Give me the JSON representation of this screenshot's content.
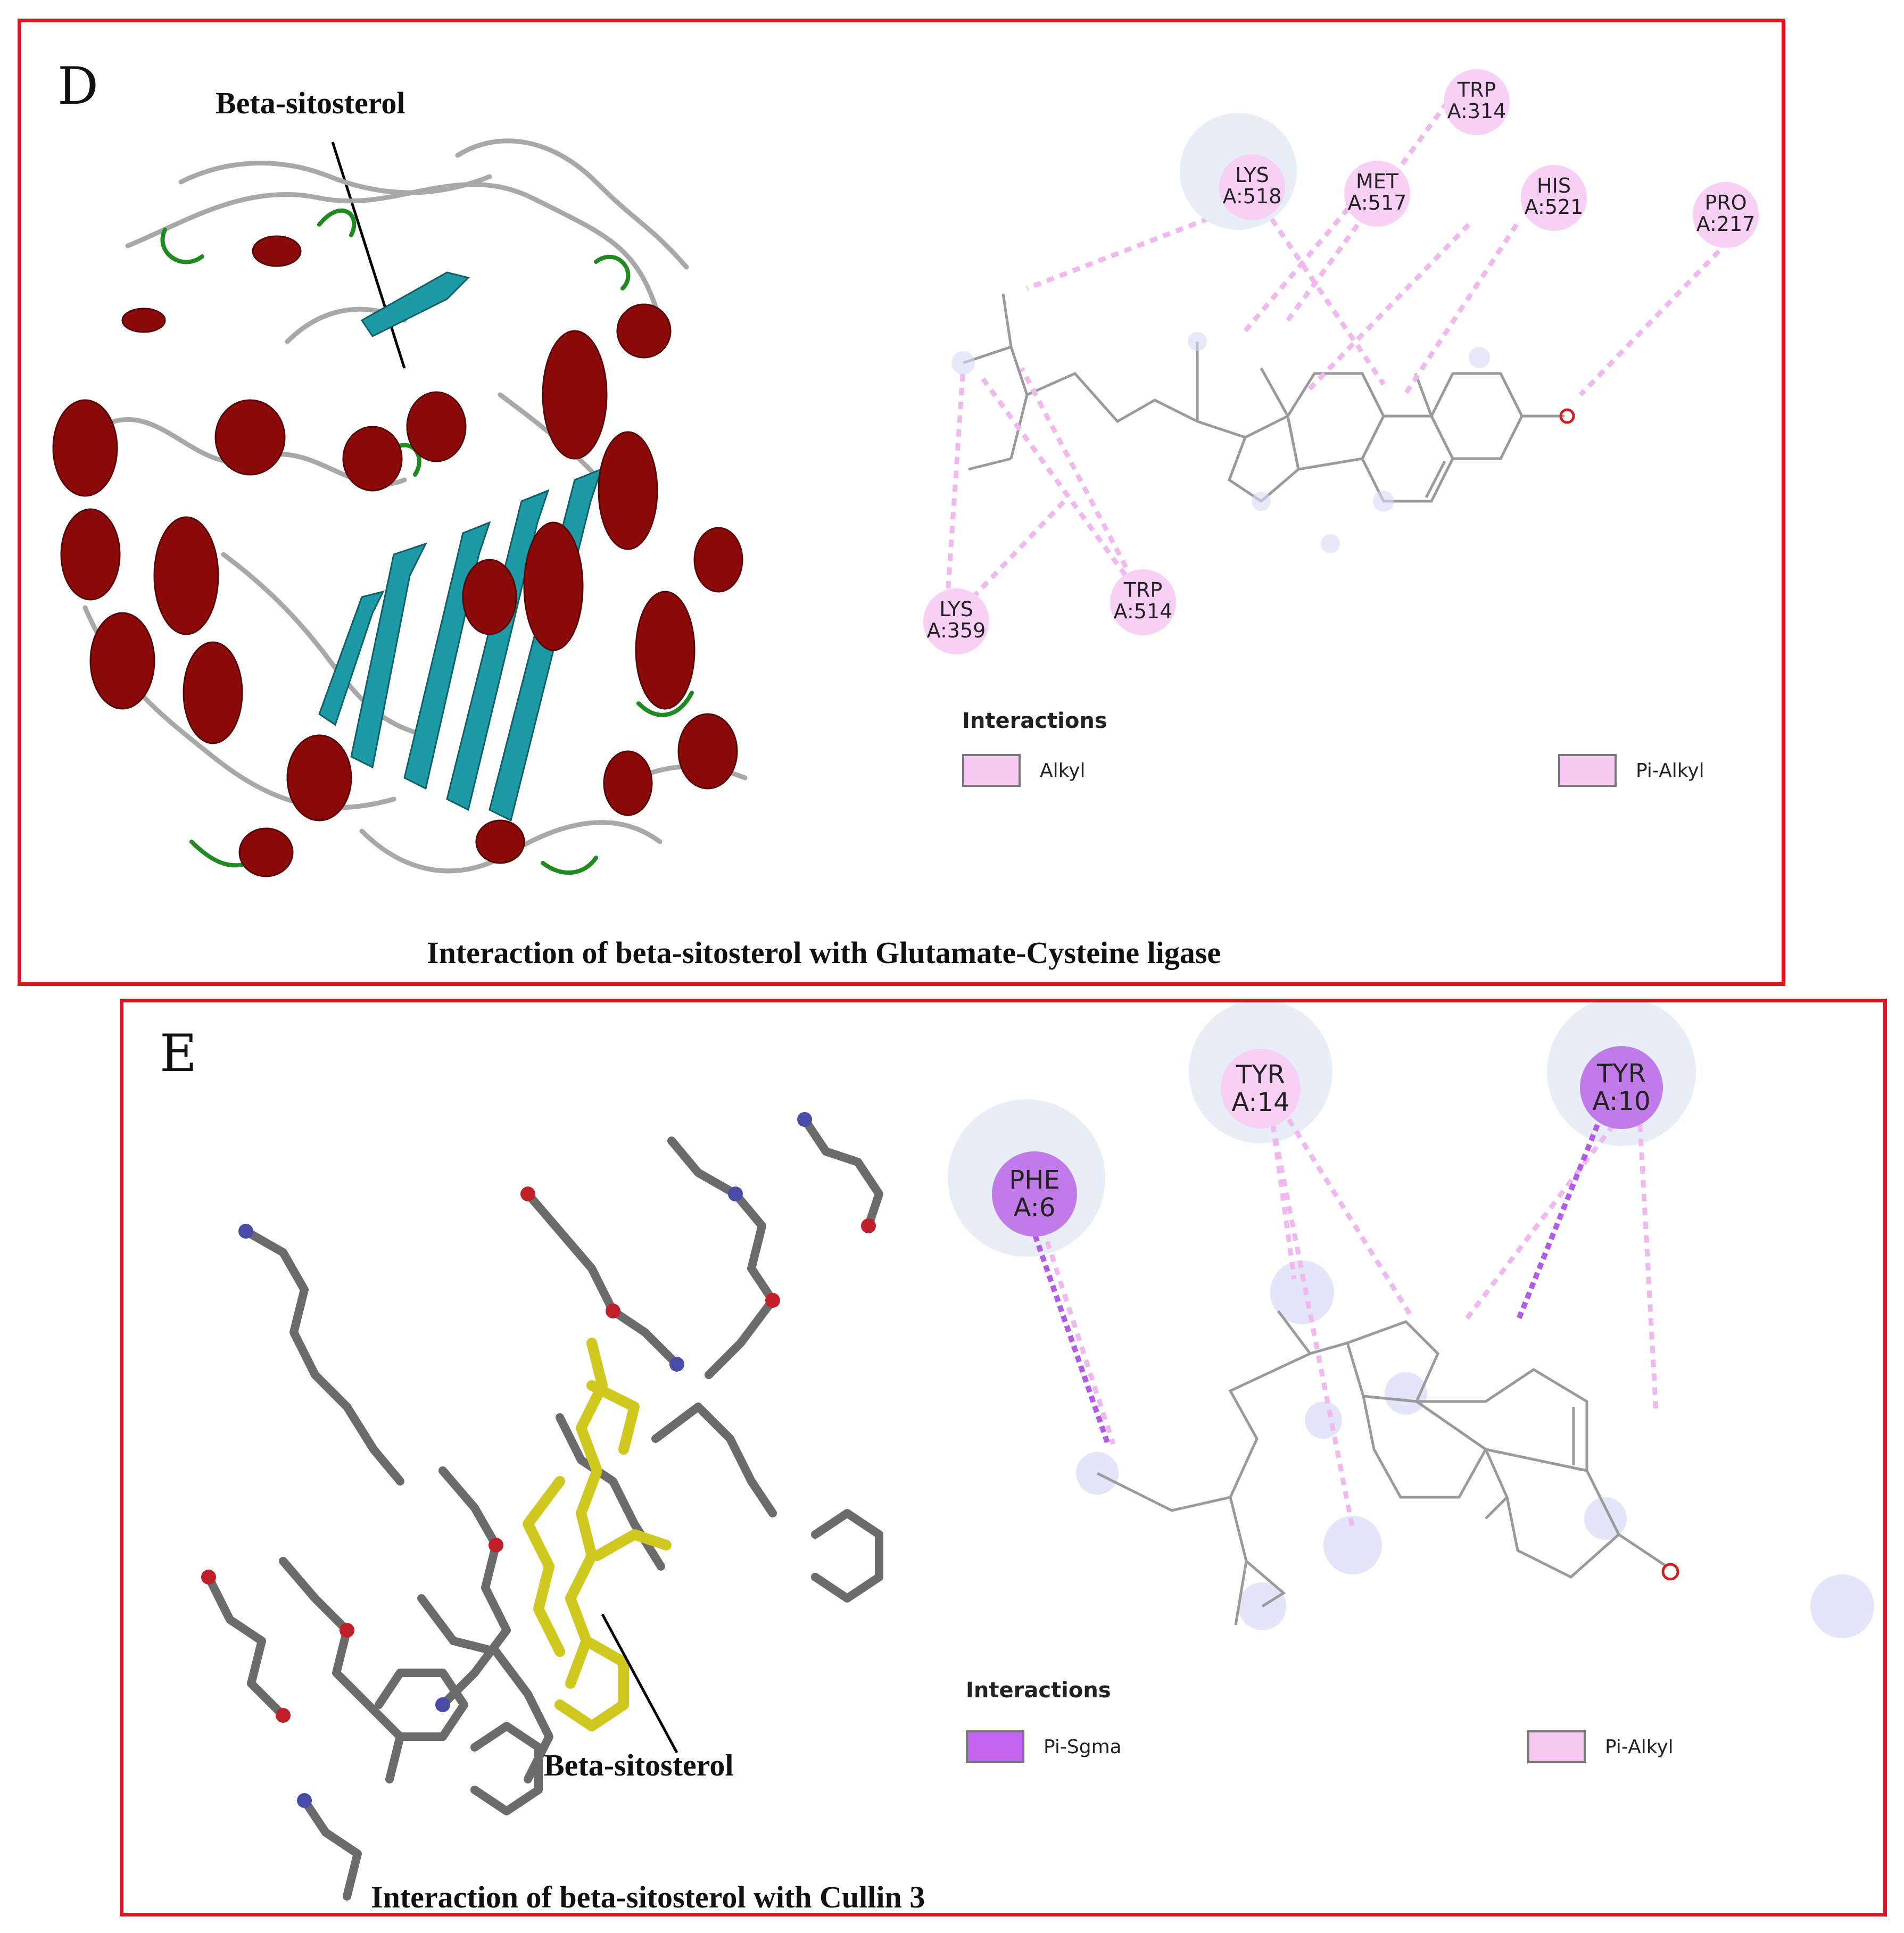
{
  "panel_d": {
    "letter": "D",
    "ligand_label": "Beta-sitosterol",
    "caption": "Interaction of beta-sitosterol with Glutamate-Cysteine ligase",
    "residues": [
      {
        "name": "TRP",
        "id": "A:314"
      },
      {
        "name": "LYS",
        "id": "A:518"
      },
      {
        "name": "MET",
        "id": "A:517"
      },
      {
        "name": "HIS",
        "id": "A:521"
      },
      {
        "name": "PRO",
        "id": "A:217"
      },
      {
        "name": "LYS",
        "id": "A:359"
      },
      {
        "name": "TRP",
        "id": "A:514"
      }
    ],
    "legend": {
      "title": "Interactions",
      "items": [
        {
          "label": "Alkyl",
          "color": "#f7c8f2"
        },
        {
          "label": "Pi-Alkyl",
          "color": "#f7c8f2"
        }
      ]
    },
    "colors": {
      "helix": "#8b0a0a",
      "sheet": "#1e9aa6",
      "turn": "#1f8a1f",
      "coil": "#a8a8a8"
    }
  },
  "panel_e": {
    "letter": "E",
    "ligand_label": "Beta-sitosterol",
    "caption": "Interaction of beta-sitosterol with Cullin 3",
    "residues": [
      {
        "name": "PHE",
        "id": "A:6"
      },
      {
        "name": "TYR",
        "id": "A:14"
      },
      {
        "name": "TYR",
        "id": "A:10"
      }
    ],
    "legend": {
      "title": "Interactions",
      "items": [
        {
          "label": "Pi-Sgma",
          "color": "#c465f0"
        },
        {
          "label": "Pi-Alkyl",
          "color": "#f7c8f2"
        }
      ]
    },
    "colors": {
      "ligand": "#cfc81e",
      "carbon": "#6b6b6b",
      "nitrogen": "#4a4aa8",
      "oxygen": "#c0202a"
    }
  }
}
